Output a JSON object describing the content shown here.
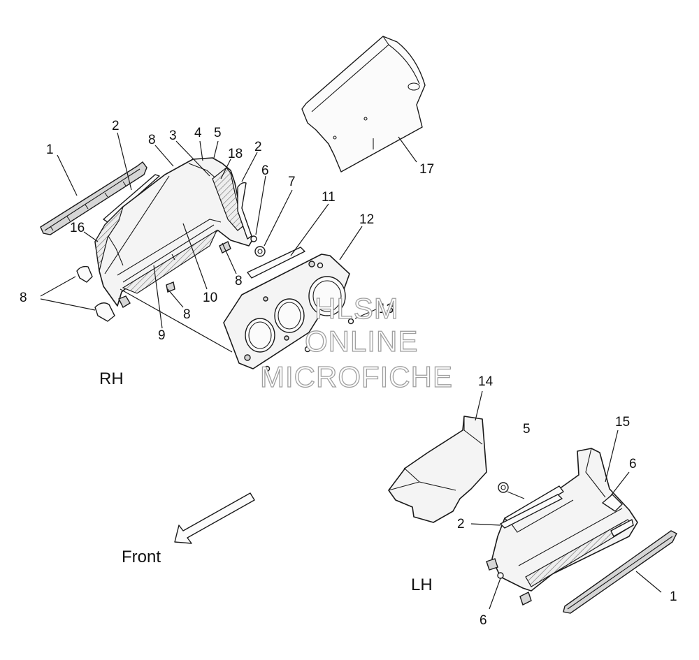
{
  "diagram": {
    "side_labels": {
      "rh": "RH",
      "lh": "LH"
    },
    "direction_label": "Front",
    "watermark": [
      "HLSM",
      "ONLINE",
      "MICROFICHE"
    ],
    "callouts": {
      "rh": [
        "1",
        "2",
        "8",
        "3",
        "4",
        "5",
        "18",
        "2",
        "6",
        "7",
        "11",
        "12",
        "16",
        "10",
        "8",
        "8",
        "9",
        "8",
        "13",
        "17"
      ],
      "rh_left8": "8",
      "lh": [
        "14",
        "5",
        "15",
        "6",
        "2",
        "1",
        "6"
      ]
    }
  }
}
